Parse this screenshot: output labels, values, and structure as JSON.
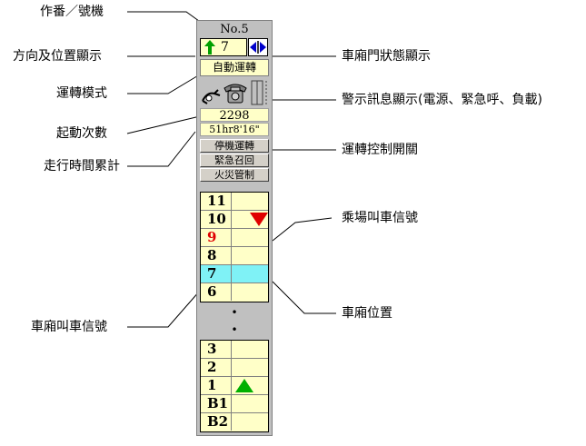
{
  "labels": {
    "number": "作番／號機",
    "direction_position": "方向及位置顯示",
    "mode": "運轉模式",
    "start_count": "起動次數",
    "run_time": "走行時間累計",
    "car_call": "車廂叫車信號",
    "door_status": "車廂門狀態顯示",
    "alarm": "警示訊息顯示(電源、緊急呼、負載)",
    "control_switch": "運轉控制開關",
    "hall_call": "乘場叫車信號",
    "car_position": "車廂位置"
  },
  "panel": {
    "title": "No.5",
    "position_floor": "7",
    "mode": "自動運轉",
    "start_count": "2298",
    "run_time": "51hr8'16\"",
    "buttons": [
      "停機運轉",
      "緊急召回",
      "火災管制"
    ],
    "upper_floors": [
      {
        "floor": "11",
        "call": ""
      },
      {
        "floor": "10",
        "call": "down"
      },
      {
        "floor": "9",
        "call": "",
        "car_call": true
      },
      {
        "floor": "8",
        "call": ""
      },
      {
        "floor": "7",
        "call": "",
        "car_here": true
      },
      {
        "floor": "6",
        "call": ""
      }
    ],
    "gap": [
      "•",
      "•"
    ],
    "lower_floors": [
      {
        "floor": "3",
        "call": ""
      },
      {
        "floor": "2",
        "call": ""
      },
      {
        "floor": "1",
        "call": "up"
      },
      {
        "floor": "B1",
        "call": ""
      },
      {
        "floor": "B2",
        "call": ""
      }
    ]
  },
  "colors": {
    "cream": "#ffffc8",
    "car_position": "#7ff2f6",
    "down_arrow": "#e00000",
    "up_arrow": "#00b000",
    "car_call_text": "#e00000",
    "door_blue": "#0000cc"
  },
  "icons": [
    "up-arrow-icon",
    "door-icon",
    "power-plug-icon",
    "telephone-icon",
    "load-bar-icon"
  ]
}
